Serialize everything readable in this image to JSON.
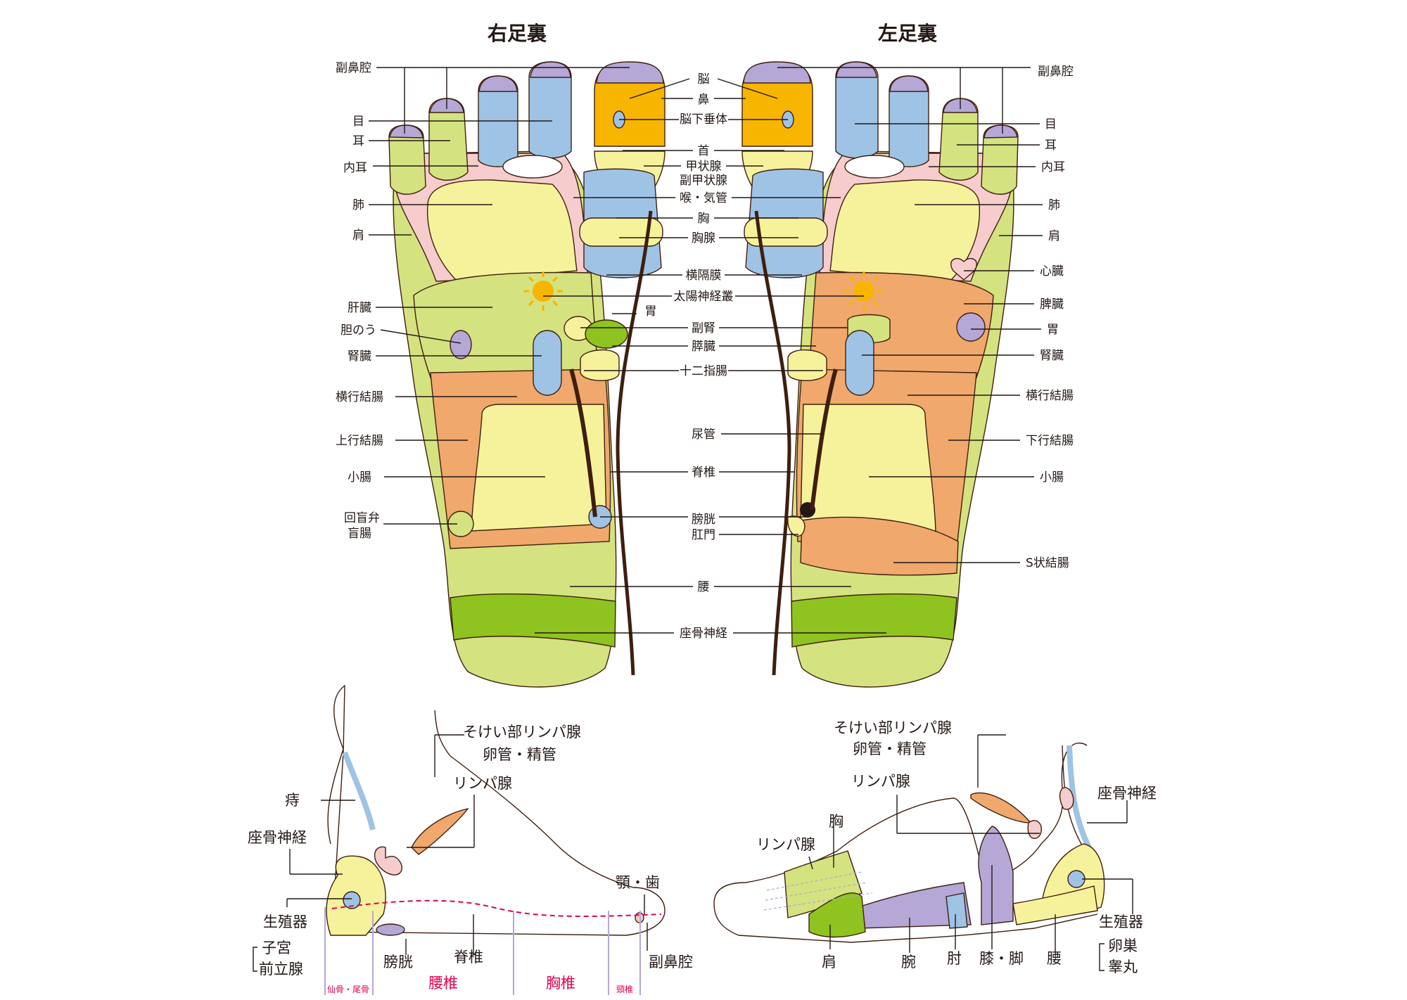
{
  "titles": {
    "right_sole": "右足裏",
    "left_sole": "左足裏"
  },
  "right_left_labels": [
    "副鼻腔",
    "目",
    "耳",
    "内耳",
    "肺",
    "肩",
    "肝臓",
    "胆のう",
    "腎臓",
    "横行結腸",
    "上行結腸",
    "小腸",
    "回盲弁",
    "盲腸"
  ],
  "center_labels": [
    "脳",
    "鼻",
    "脳下垂体",
    "首",
    "甲状腺",
    "副甲状腺",
    "喉・気管",
    "胸",
    "胸腺",
    "横隔膜",
    "太陽神経叢",
    "胃",
    "副腎",
    "膵臓",
    "十二指腸",
    "尿管",
    "脊椎",
    "膀胱",
    "肛門",
    "腰",
    "座骨神経"
  ],
  "left_right_labels": [
    "副鼻腔",
    "目",
    "耳",
    "内耳",
    "肺",
    "肩",
    "心臓",
    "脾臓",
    "胃",
    "腎臓",
    "横行結腸",
    "下行結腸",
    "小腸",
    "S状結腸"
  ],
  "inner_view": {
    "labels": [
      "そけい部リンパ腺",
      "卵管・精管",
      "リンパ腺",
      "痔",
      "座骨神経",
      "生殖器",
      "子宮",
      "前立腺",
      "膀胱",
      "脊椎",
      "顎・歯",
      "副鼻腔"
    ],
    "red_labels": [
      "仙骨・尾骨",
      "腰椎",
      "胸椎",
      "頸椎"
    ]
  },
  "outer_view": {
    "labels": [
      "そけい部リンパ腺",
      "卵管・精管",
      "リンパ腺",
      "胸",
      "リンパ腺",
      "座骨神経",
      "生殖器",
      "卵巣",
      "睾丸",
      "肩",
      "腕",
      "肘",
      "膝・脚",
      "腰"
    ]
  },
  "colors": {
    "brain": "#f8b500",
    "lavender": "#b5a7d6",
    "blue": "#9fc3e5",
    "yellow": "#f6f29b",
    "light_green": "#d5e280",
    "green": "#8fc31f",
    "pink": "#f6cccc",
    "orange": "#f0a86d",
    "red_text": "#e5004f",
    "outline": "#3e1f10"
  }
}
